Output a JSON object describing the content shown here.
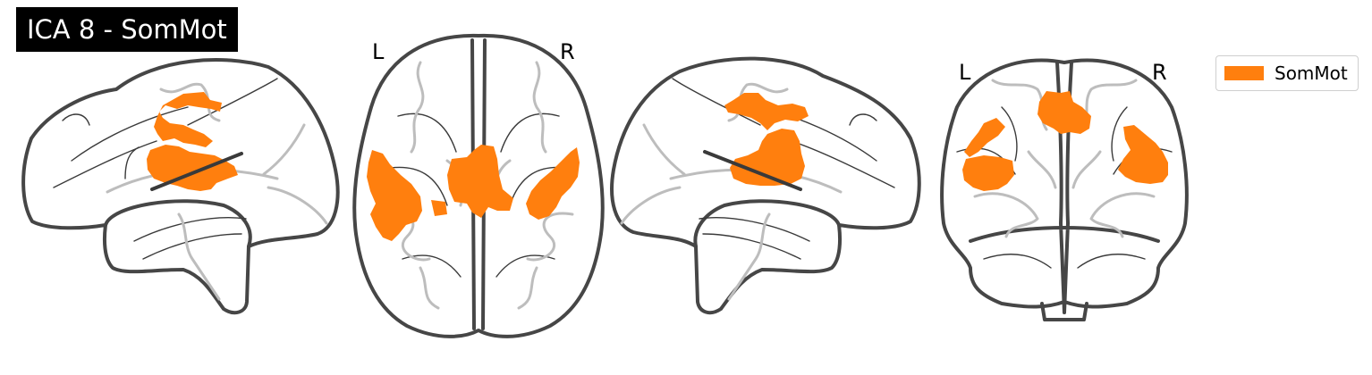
{
  "title": "ICA 8 - SomMot",
  "views": {
    "axial": {
      "left_label": "L",
      "right_label": "R"
    },
    "coronal": {
      "left_label": "L",
      "right_label": "R"
    }
  },
  "legend": [
    {
      "label": "SomMot",
      "color": "#ff7f0e"
    }
  ],
  "colors": {
    "activation": "#ff7f0e",
    "outline": "#464646",
    "gyri": "#bdbdbd",
    "title_background": "#000000",
    "title_text": "#ffffff"
  }
}
